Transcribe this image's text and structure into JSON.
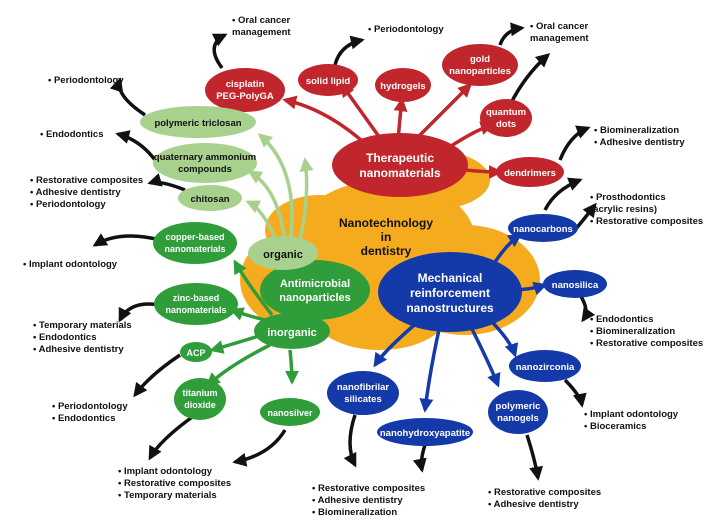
{
  "center": {
    "lines": [
      "Nanotechnology",
      "in",
      "dentistry"
    ]
  },
  "colors": {
    "center_blob": "#f5ab1e",
    "therapeutic": "#c0262b",
    "mechanical": "#1439a8",
    "antimicrobial_dark": "#2e9d3a",
    "antimicrobial_light": "#a9d18e",
    "arrow_black": "#111111"
  },
  "hubs": {
    "therapeutic": {
      "lines": [
        "Therapeutic",
        "nanomaterials"
      ]
    },
    "mechanical": {
      "lines": [
        "Mechanical",
        "reinforcement",
        "nanostructures"
      ]
    },
    "antimicrobial": {
      "lines": [
        "Antimicrobial",
        "nanoparticles"
      ]
    },
    "organic": {
      "lines": [
        "organic"
      ]
    },
    "inorganic": {
      "lines": [
        "inorganic"
      ]
    }
  },
  "therapeutic_items": [
    {
      "lines": [
        "cisplatin",
        "PEG-PolyGA"
      ]
    },
    {
      "lines": [
        "solid lipid"
      ]
    },
    {
      "lines": [
        "hydrogels"
      ]
    },
    {
      "lines": [
        "gold",
        "nanoparticles"
      ]
    },
    {
      "lines": [
        "quantum",
        "dots"
      ]
    },
    {
      "lines": [
        "dendrimers"
      ]
    }
  ],
  "mechanical_items": [
    {
      "lines": [
        "nanocarbons"
      ]
    },
    {
      "lines": [
        "nanosilica"
      ]
    },
    {
      "lines": [
        "nanozirconia"
      ]
    },
    {
      "lines": [
        "polymeric",
        "nanogels"
      ]
    },
    {
      "lines": [
        "nanohydroxyapatite"
      ]
    },
    {
      "lines": [
        "nanofibrilar",
        "silicates"
      ]
    }
  ],
  "organic_items": [
    {
      "lines": [
        "polymeric triclosan"
      ]
    },
    {
      "lines": [
        "quaternary ammonium",
        "compounds"
      ]
    },
    {
      "lines": [
        "chitosan"
      ]
    }
  ],
  "inorganic_items": [
    {
      "lines": [
        "copper-based",
        "nanomaterials"
      ]
    },
    {
      "lines": [
        "zinc-based",
        "nanomaterials"
      ]
    },
    {
      "lines": [
        "ACP"
      ]
    },
    {
      "lines": [
        "titanium",
        "dioxide"
      ]
    },
    {
      "lines": [
        "nanosilver"
      ]
    }
  ],
  "applications": {
    "cisplatin": [
      "• Oral cancer",
      "  management"
    ],
    "solid_lipid": [
      "• Periodontology"
    ],
    "gold": [
      "• Oral cancer",
      "  management"
    ],
    "dendrimers": [
      "• Biomineralization",
      "• Adhesive dentistry"
    ],
    "nanocarbons": [
      "• Prosthodontics",
      "  (acrylic resins)",
      "• Restorative composites"
    ],
    "nanosilica": [
      "• Endodontics",
      "• Biomineralization",
      "• Restorative composites"
    ],
    "nanozirconia": [
      "• Implant odontology",
      "• Bioceramics"
    ],
    "polymeric_nanogels": [
      "• Restorative composites",
      "• Adhesive dentistry"
    ],
    "nanofibrilar": [
      "• Restorative composites",
      "• Adhesive dentistry",
      "• Biomineralization"
    ],
    "titanium": [
      "• Implant odontology",
      "• Restorative composites",
      "• Temporary materials"
    ],
    "acp": [
      "• Periodontology",
      "• Endodontics"
    ],
    "zinc": [
      "• Temporary materials",
      "• Endodontics",
      "• Adhesive dentistry"
    ],
    "copper": [
      "• Implant odontology"
    ],
    "chitosan": [
      "• Restorative composites",
      "• Adhesive dentistry",
      "• Periodontology"
    ],
    "quaternary": [
      "• Endodontics"
    ],
    "triclosan": [
      "• Periodontology"
    ]
  }
}
